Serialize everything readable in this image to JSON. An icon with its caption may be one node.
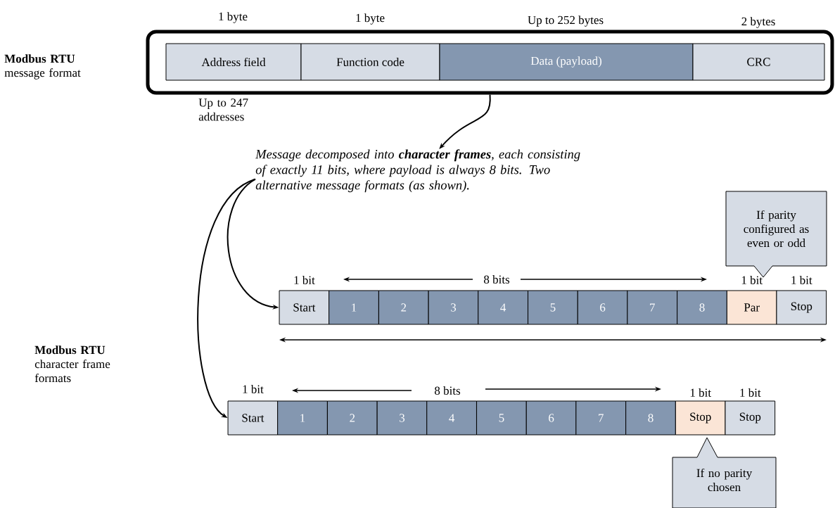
{
  "diagram": {
    "nodes": [
      {
        "text": [],
        "shape": "box"
      },
      {
        "text": [
          "Address field"
        ],
        "in": 0,
        "beside": [
          "1 byte",
          "Up to 247 addresses"
        ]
      },
      {
        "text": [
          "Function code"
        ],
        "in": 0,
        "beside": [
          "1 byte"
        ]
      },
      {
        "text": [
          "Data (payload)"
        ],
        "in": 0,
        "beside": [
          "Up to 252 bytes"
        ]
      },
      {
        "text": [
          "CRC"
        ],
        "in": 0,
        "beside": [
          "2 bytes"
        ]
      },
      {
        "text": [
          "Message decomposed into **character frames**, each consisting of exactly 11 bits, where payload is always 8 bits. Two alternative message formats (as shown)."
        ]
      },
      {
        "text": [
          "Start"
        ],
        "beside": [
          "1 bit"
        ]
      },
      {
        "text": [
          "1"
        ]
      },
      {
        "text": [
          "2"
        ]
      },
      {
        "text": [
          "3"
        ]
      },
      {
        "text": [
          "4"
        ]
      },
      {
        "text": [
          "5"
        ]
      },
      {
        "text": [
          "6"
        ]
      },
      {
        "text": [
          "7"
        ]
      },
      {
        "text": [
          "8"
        ]
      },
      {
        "text": [
          "Par"
        ],
        "beside": [
          "1 bit"
        ]
      },
      {
        "text": [
          "Stop"
        ],
        "beside": [
          "1 bit"
        ]
      },
      {
        "text": [
          "Start"
        ],
        "beside": [
          "1 bit"
        ]
      },
      {
        "text": [
          "1"
        ]
      },
      {
        "text": [
          "2"
        ]
      },
      {
        "text": [
          "3"
        ]
      },
      {
        "text": [
          "4"
        ]
      },
      {
        "text": [
          "5"
        ]
      },
      {
        "text": [
          "6"
        ]
      },
      {
        "text": [
          "7"
        ]
      },
      {
        "text": [
          "8"
        ]
      },
      {
        "text": [
          "Stop"
        ],
        "beside": [
          "1 bit"
        ]
      },
      {
        "text": [
          "Stop"
        ],
        "beside": [
          "1 bit"
        ]
      },
      {
        "text": [
          "If parity configured as even or odd"
        ]
      },
      {
        "text": [
          "If no parity chosen"
        ]
      }
    ],
    "edges": [
      {
        "from": 0,
        "to": 5,
        "arrow": "to"
      },
      {
        "from": 5,
        "to": 6,
        "arrow": "to"
      },
      {
        "from": 5,
        "to": 17,
        "arrow": "to"
      }
    ],
    "labels": [
      "**Modbus RTU** message format",
      "8 bits",
      "**Modbus RTU** character frame formats",
      "8 bits"
    ]
  }
}
